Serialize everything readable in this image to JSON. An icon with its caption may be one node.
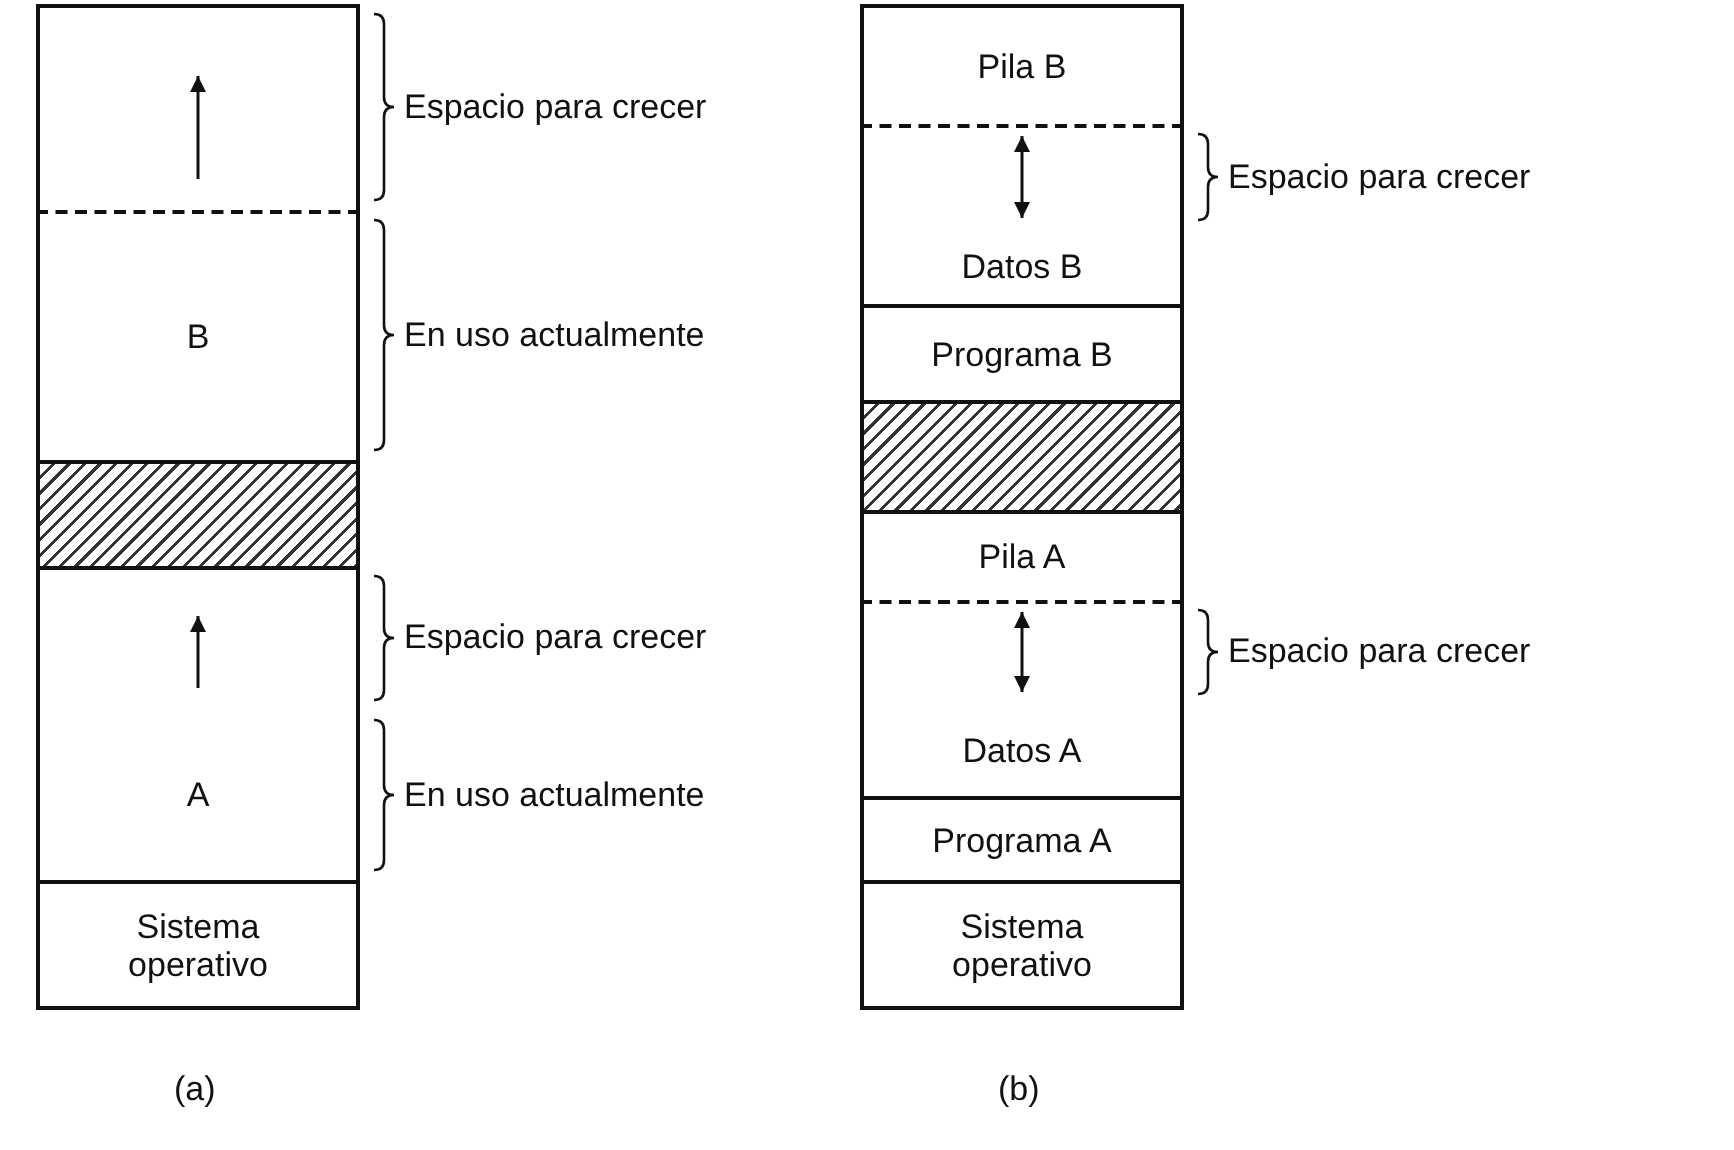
{
  "diagram": {
    "nodes": [
      {
        "text": [],
        "shape": "box",
        "beside": [
          "Espacio para crecer"
        ]
      },
      {
        "text": [
          "B"
        ],
        "beside": [
          "En uso actualmente"
        ]
      },
      {
        "text": [],
        "shape": "box"
      },
      {
        "text": [],
        "shape": "box",
        "beside": [
          "Espacio para crecer"
        ]
      },
      {
        "text": [
          "A"
        ],
        "beside": [
          "En uso actualmente"
        ]
      },
      {
        "text": [
          "Sistema operativo"
        ]
      },
      {
        "text": [
          "Pila B"
        ]
      },
      {
        "text": [],
        "shape": "box",
        "beside": [
          "Espacio para crecer"
        ]
      },
      {
        "text": [
          "Datos B"
        ]
      },
      {
        "text": [
          "Programa B"
        ]
      },
      {
        "text": [],
        "shape": "box"
      },
      {
        "text": [
          "Pila A"
        ]
      },
      {
        "text": [],
        "shape": "box",
        "beside": [
          "Espacio para crecer"
        ]
      },
      {
        "text": [
          "Datos A"
        ]
      },
      {
        "text": [
          "Programa A"
        ]
      },
      {
        "text": [
          "Sistema operativo"
        ]
      }
    ],
    "edges": [],
    "labels": [
      "(a)",
      "(b)"
    ]
  }
}
